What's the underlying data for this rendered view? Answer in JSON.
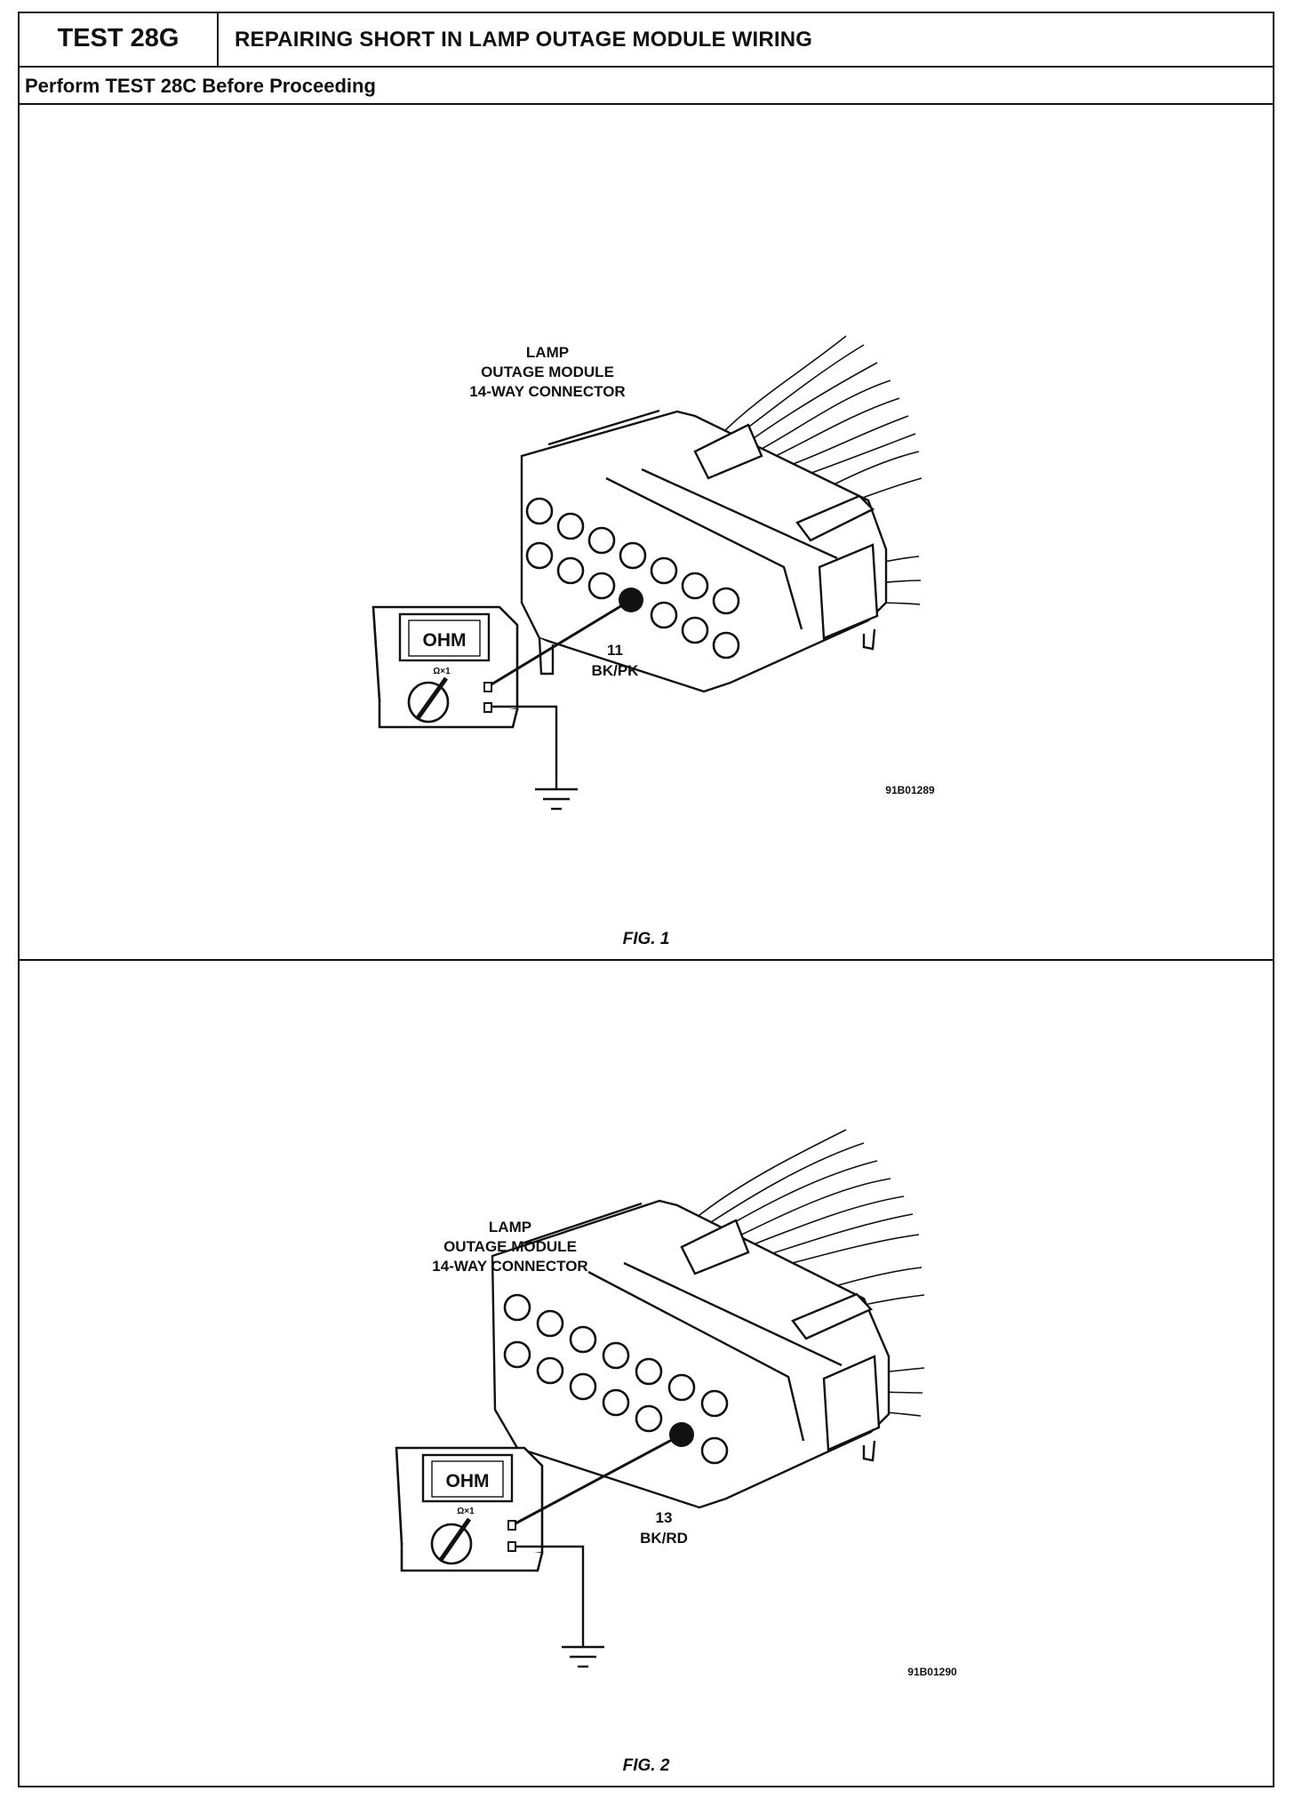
{
  "header": {
    "test_id": "TEST 28G",
    "title": "REPAIRING SHORT IN LAMP OUTAGE MODULE WIRING",
    "prerequisite": "Perform TEST 28C Before Proceeding"
  },
  "figures": [
    {
      "connector_label": [
        "LAMP",
        "OUTAGE MODULE",
        "14-WAY CONNECTOR"
      ],
      "meter_display": "OHM",
      "meter_range": "Ω×1",
      "pin_number": "11",
      "wire_color": "BK/PK",
      "code": "91B01289",
      "caption": "FIG. 1"
    },
    {
      "connector_label": [
        "LAMP",
        "OUTAGE MODULE",
        "14-WAY CONNECTOR"
      ],
      "meter_display": "OHM",
      "meter_range": "Ω×1",
      "pin_number": "13",
      "wire_color": "BK/RD",
      "code": "91B01290",
      "caption": "FIG. 2"
    }
  ]
}
